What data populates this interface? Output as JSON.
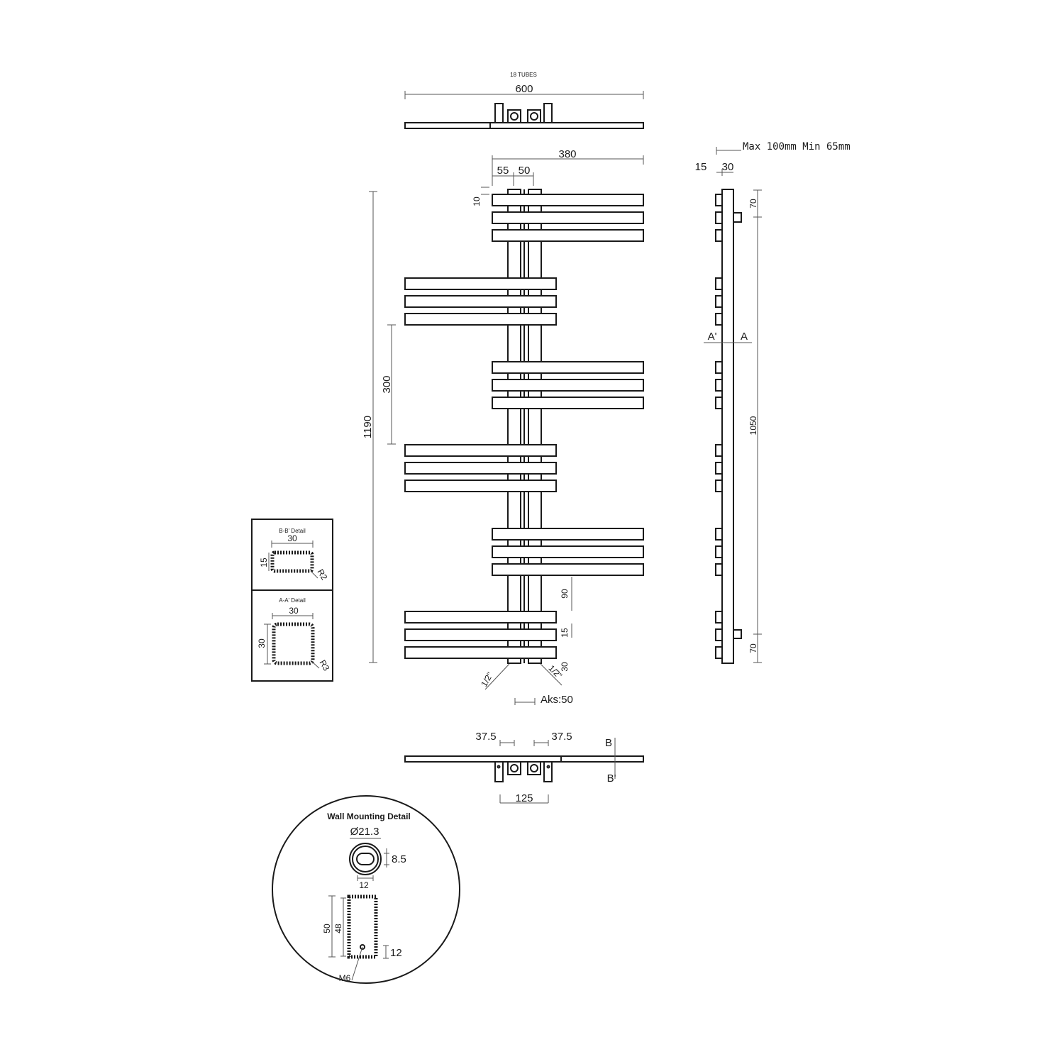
{
  "top_view": {
    "tube_count": "18 TUBES",
    "width": "600"
  },
  "front_view": {
    "right_width": "380",
    "dim_55": "55",
    "dim_50": "50",
    "dim_10": "10",
    "height": "1190",
    "spacing": "300",
    "dim_90": "90",
    "dim_15": "15",
    "dim_30": "30",
    "valve_left": "1/2\"",
    "valve_right": "1/2\"",
    "axis": "Aks:50"
  },
  "side_view": {
    "wall_distance": "Max 100mm Min 65mm",
    "dim_15": "15",
    "dim_30": "30",
    "dim_top": "70",
    "dim_center": "1050",
    "dim_bottom": "70",
    "section_left": "A'",
    "section_right": "A"
  },
  "bottom_view": {
    "left_offset": "37.5",
    "right_offset": "37.5",
    "bracket_span": "125",
    "section_top": "B",
    "section_bottom": "B'"
  },
  "bb_detail": {
    "title": "B-B' Detail",
    "width": "30",
    "height": "15",
    "radius": "R2"
  },
  "aa_detail": {
    "title": "A-A' Detail",
    "width": "30",
    "height": "30",
    "radius": "R3"
  },
  "wall_mounting": {
    "title": "Wall Mounting Detail",
    "diameter": "Ø21.3",
    "dim_8_5": "8.5",
    "dim_12_bottom": "12",
    "dim_50": "50",
    "dim_48": "48",
    "dim_12_side": "12",
    "thread": "M6"
  }
}
